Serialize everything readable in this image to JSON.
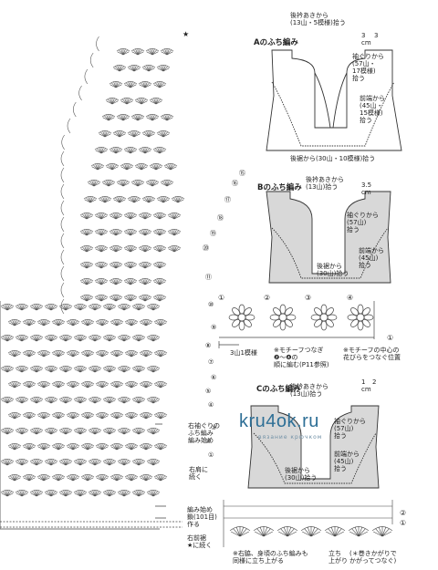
{
  "section_a": {
    "title": "Aのふち編み",
    "back_neck": "後衿あきから\n(13山・5模様)拾う",
    "dim_3cm": "3\ncm",
    "dim_3": "3",
    "armhole": "袖ぐりから\n(57山・\n17模様)\n拾う",
    "front": "前端から\n(45山・\n15模様)\n拾う",
    "hem": "後裾から(30山・10模様)拾う"
  },
  "section_b": {
    "title": "Bのふち編み",
    "back_neck": "後衿あきから\n(13山)拾う",
    "dim": "3.5\ncm",
    "armhole": "袖ぐりから\n(57山)\n拾う",
    "front": "前端から\n(45山)\n拾う",
    "hem": "後裾から\n(30山)拾う"
  },
  "motif": {
    "numbers": [
      "①",
      "②",
      "③",
      "④"
    ],
    "repeat": "3山1模様",
    "join_note": "※モチーフつなぎ\n❷～❹の\n順に編む(P11参照)",
    "center_note": "※モチーフの中心の\n花びらをつなぐ位置",
    "row_marker": "①"
  },
  "section_c": {
    "title": "Cのふち編み",
    "back_neck": "後衿あきから\n(13山)拾う",
    "dim_1cm": "1\ncm",
    "dim_2": "2",
    "armhole": "袖ぐりから\n(57山)\n拾う",
    "front": "前端から\n(45山)\n拾う",
    "hem": "後裾から\n(30山)拾う",
    "row_markers": [
      "②",
      "①"
    ],
    "bottom_note": "※右脇、身頃のふち編みも\n同様に立ち上がる",
    "start": "立ち\n上がり",
    "start_note": "(＊巻きかがりで\nかがってつなぐ)"
  },
  "left_chart": {
    "labels": [
      "右袖ぐりの\nふち編み\n編み始め",
      "右肩に\n続く",
      "編み始め\n鎖(101目)\n作る",
      "右前裾\n★に続く"
    ],
    "star": "★",
    "row_numbers": [
      "⑮",
      "⑯",
      "⑰",
      "⑱",
      "⑲",
      "⑳",
      "⑪",
      "⑩",
      "⑨",
      "⑧",
      "⑦",
      "⑥",
      "⑤",
      "④",
      "③",
      "②",
      "①"
    ]
  },
  "watermark": {
    "main": "kru4ok.ru",
    "sub": "вязание крючком"
  }
}
